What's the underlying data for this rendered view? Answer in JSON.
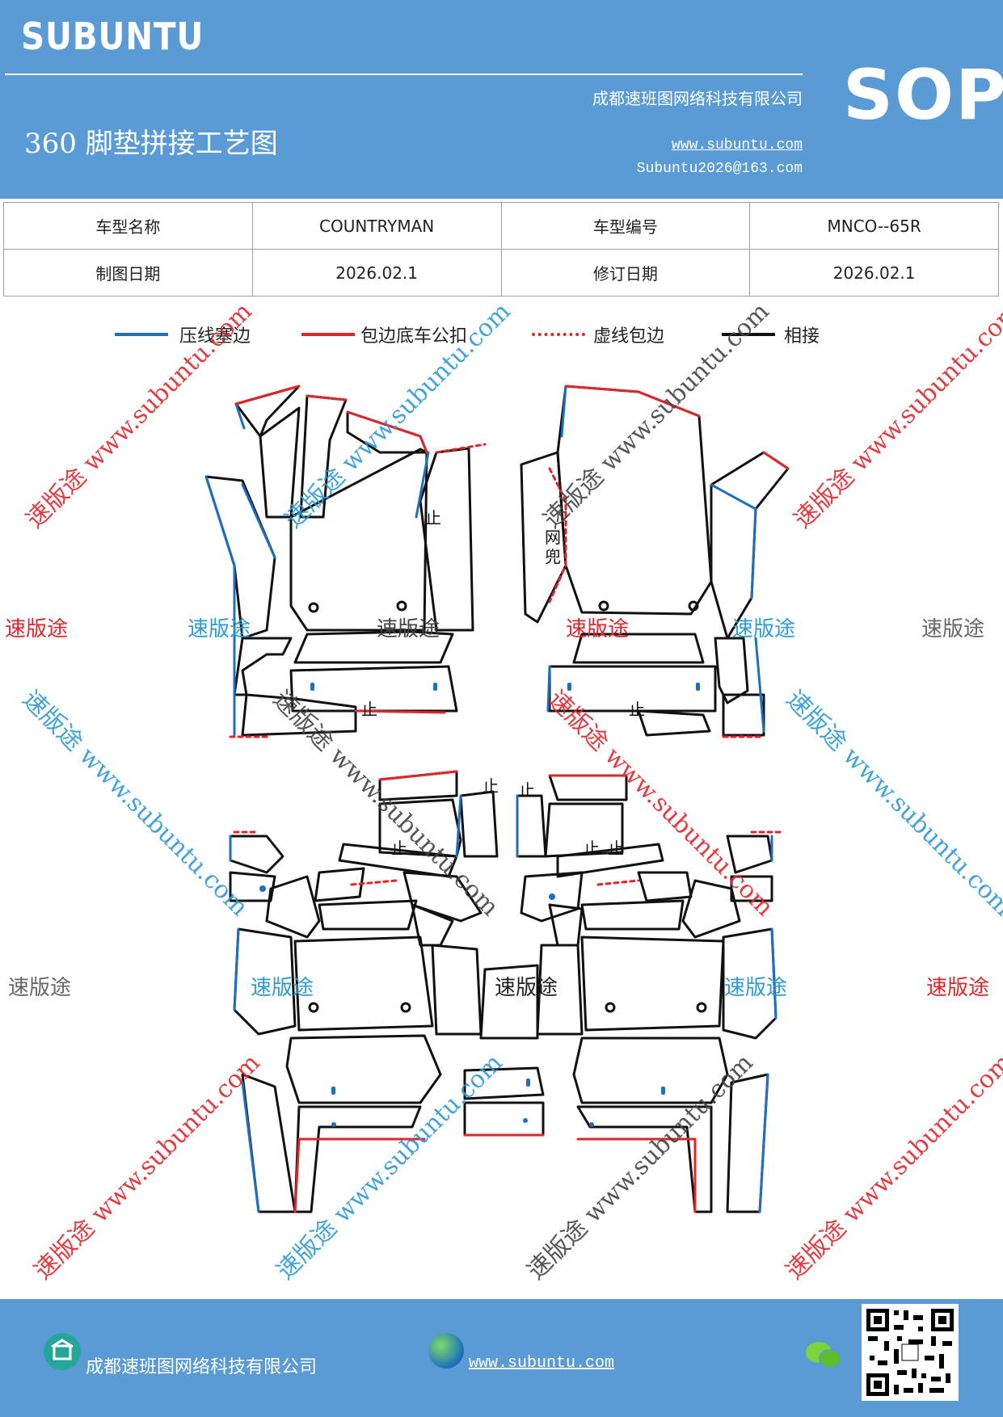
{
  "header": {
    "brand": "SUBUNTU",
    "badge": "SOP",
    "title": "360 脚垫拼接工艺图",
    "company": "成都速班图网络科技有限公司",
    "website": "www.subuntu.com",
    "email": "Subuntu2026@163.com"
  },
  "info_table": {
    "row1": {
      "label1": "车型名称",
      "value1": "COUNTRYMAN",
      "label2": "车型编号",
      "value2": "MNCO--65R"
    },
    "row2": {
      "label1": "制图日期",
      "value1": "2026.02.1",
      "label2": "修订日期",
      "value2": "2026.02.1"
    }
  },
  "legend": [
    {
      "label": "压线塞边",
      "color": "#1f6fbf",
      "style": "solid"
    },
    {
      "label": "包边底车公扣",
      "color": "#e0262b",
      "style": "solid"
    },
    {
      "label": "虚线包边",
      "color": "#e0262b",
      "style": "dashed"
    },
    {
      "label": "相接",
      "color": "#111111",
      "style": "solid"
    }
  ],
  "drawing": {
    "net_pocket_label": "网兜",
    "stop_mark": "止"
  },
  "watermarks": {
    "brand_cn": "速版途",
    "diagonal": "速版途 www.subuntu.com",
    "colors": {
      "red": "#e0262b",
      "blue": "#2e9ad6",
      "gray": "#666666"
    }
  },
  "footer": {
    "company": "成都速班图网络科技有限公司",
    "website": "www.subuntu.com"
  },
  "colors": {
    "header_bg": "#5b9bd5",
    "footer_bg": "#5b9bd5"
  }
}
